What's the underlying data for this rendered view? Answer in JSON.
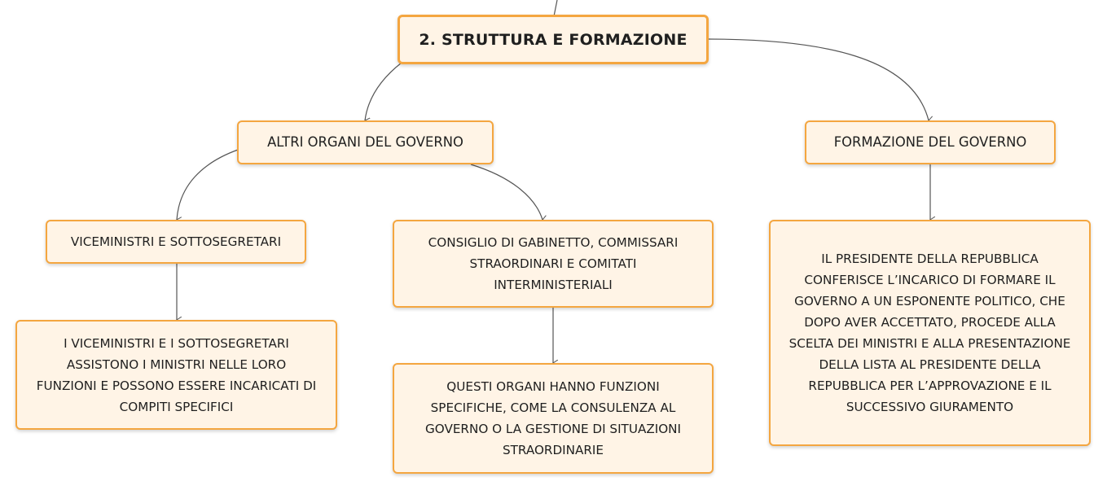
{
  "diagram": {
    "root": {
      "label": "2. STRUTTURA E FORMAZIONE"
    },
    "altri_organi": {
      "label": "ALTRI ORGANI DEL GOVERNO",
      "viceministri": {
        "label": "VICEMINISTRI E SOTTOSEGRETARI",
        "detail": "I VICEMINISTRI E I SOTTOSEGRETARI\nASSISTONO I MINISTRI NELLE LORO\nFUNZIONI E POSSONO ESSERE INCARICATI DI\nCOMPITI SPECIFICI"
      },
      "consiglio": {
        "label": "CONSIGLIO DI GABINETTO, COMMISSARI\nSTRAORDINARI E COMITATI\nINTERMINISTERIALI",
        "detail": "QUESTI ORGANI HANNO FUNZIONI\nSPECIFICHE, COME LA CONSULENZA AL\nGOVERNO O LA GESTIONE DI SITUAZIONI\nSTRAORDINARIE"
      }
    },
    "formazione": {
      "label": "FORMAZIONE DEL GOVERNO",
      "detail": "IL PRESIDENTE DELLA REPUBBLICA\nCONFERISCE L’INCARICO DI FORMARE IL\nGOVERNO A UN ESPONENTE POLITICO, CHE\nDOPO AVER ACCETTATO, PROCEDE ALLA\nSCELTA DEI MINISTRI E ALLA PRESENTAZIONE\nDELLA LISTA AL PRESIDENTE DELLA\nREPUBBLICA PER L’APPROVAZIONE E IL\nSUCCESSIVO GIURAMENTO"
    },
    "colors": {
      "node_fill": "#fff4e6",
      "node_border": "#f4a640",
      "connector": "#555555",
      "text": "#1f1f1f"
    }
  }
}
